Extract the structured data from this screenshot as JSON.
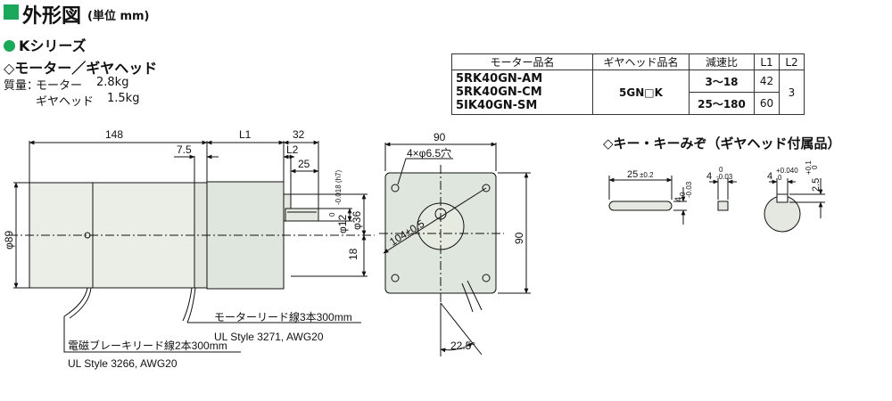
{
  "header": {
    "title": "外形図",
    "unit": "(単位 mm)"
  },
  "series": {
    "name": "Kシリーズ",
    "subtitle": "◇モーター／ギヤヘッド"
  },
  "mass": {
    "label": "質量：",
    "motor_label": "モーター",
    "motor_value": "2.8kg",
    "gear_label": "ギヤヘッド",
    "gear_value": "1.5kg"
  },
  "spec_table": {
    "headers": [
      "モーター品名",
      "ギヤヘッド品名",
      "減速比",
      "L1",
      "L2"
    ],
    "models": [
      "5RK40GN-AM",
      "5RK40GN-CM",
      "5IK40GN-SM"
    ],
    "gearhead": "5GN□K",
    "ratio_rows": [
      {
        "ratio": "3～18",
        "l1": "42"
      },
      {
        "ratio": "25～180",
        "l1": "60"
      }
    ],
    "l2": "3"
  },
  "side_view": {
    "dim_148": "148",
    "dim_l1": "L1",
    "dim_32": "32",
    "dim_l2": "L2",
    "dim_25": "25",
    "dim_7_5": "7.5",
    "dim_phi89": "φ89",
    "dim_phi12": "φ12",
    "dim_phi12_tol": "-0.018 (h7)",
    "dim_phi12_tol_top": "0",
    "dim_phi36": "φ36",
    "dim_18": "18"
  },
  "front_view": {
    "dim_90_top": "90",
    "dim_90_side": "90",
    "holes": "4×φ6.5穴",
    "pcd": "104±0.5",
    "angle": "22.5°"
  },
  "leads": {
    "motor": "モーターリード線3本300mm",
    "motor_ul": "UL Style 3271, AWG20",
    "brake": "電磁ブレーキリード線2本300mm",
    "brake_ul": "UL Style 3266, AWG20"
  },
  "key": {
    "title": "◇キー・キーみぞ（ギヤヘッド付属品）",
    "len": "25",
    "len_tol": "±0.2",
    "w4": "4",
    "w4_tol_top": "0",
    "w4_tol_bot": "-0.03",
    "h4": "4",
    "h4_tol_top": "0",
    "h4_tol_bot": "-0.03",
    "slot_w": "4",
    "slot_w_tol_top": "+0.040",
    "slot_w_tol_bot": "0",
    "slot_d": "2.5",
    "slot_d_tol_top": "+0.1",
    "slot_d_tol_bot": "0"
  }
}
